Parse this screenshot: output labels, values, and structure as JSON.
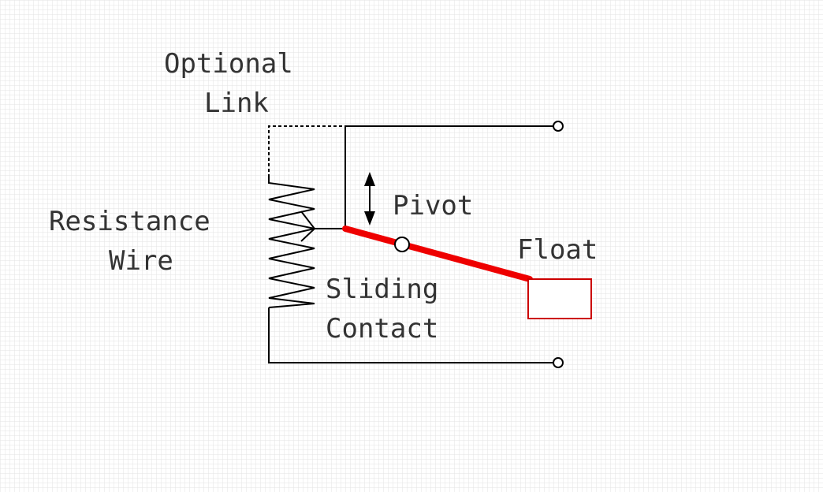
{
  "labels": {
    "optional_link_line1": "Optional",
    "optional_link_line2": "Link",
    "resistance_wire_line1": "Resistance",
    "resistance_wire_line2": "Wire",
    "pivot": "Pivot",
    "float": "Float",
    "sliding_contact_line1": "Sliding",
    "sliding_contact_line2": "Contact"
  },
  "colors": {
    "wire": "#000000",
    "float_arm": "#ee0000",
    "grid": "#d9d9d9",
    "text": "#333333"
  }
}
